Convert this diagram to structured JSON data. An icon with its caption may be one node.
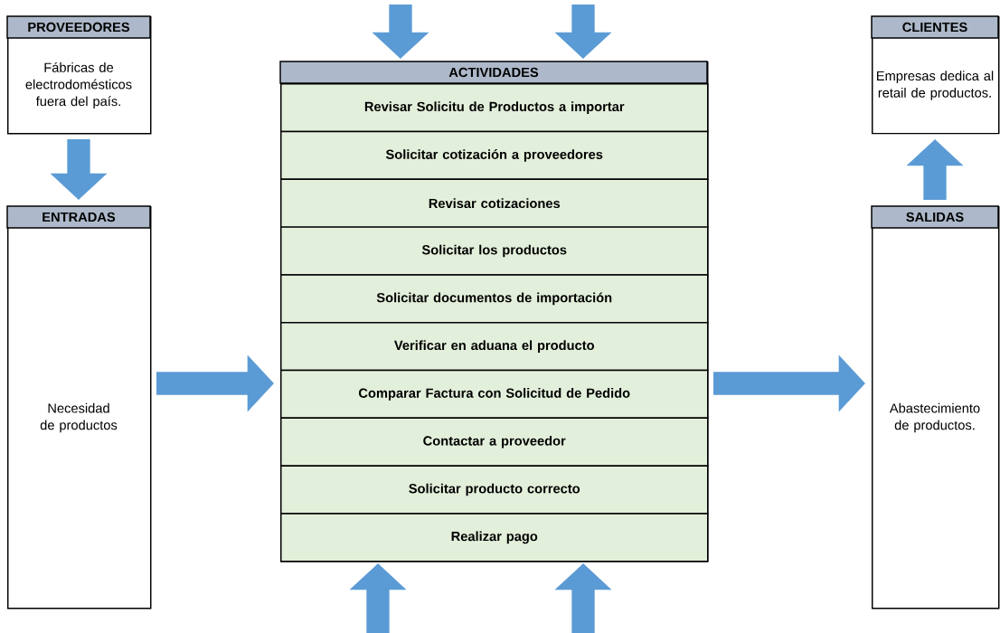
{
  "diagram": {
    "nodes": [
      {
        "text": [
          "PROVEEDORES",
          "Fábricas de electrodomésticos fuera del país."
        ]
      },
      {
        "text": [
          "ENTRADAS",
          "Necesidad de productos"
        ]
      },
      {
        "text": [
          "ACTIVIDADES"
        ]
      },
      {
        "text": [
          "Revisar Solicitu de Productos a importar"
        ],
        "in": 2
      },
      {
        "text": [
          "Solicitar cotización a proveedores"
        ],
        "in": 2
      },
      {
        "text": [
          "Revisar cotizaciones"
        ],
        "in": 2
      },
      {
        "text": [
          "Solicitar los productos"
        ],
        "in": 2
      },
      {
        "text": [
          "Solicitar documentos de importación"
        ],
        "in": 2
      },
      {
        "text": [
          "Verificar en aduana el producto"
        ],
        "in": 2
      },
      {
        "text": [
          "Comparar Factura con Solicitud de Pedido"
        ],
        "in": 2
      },
      {
        "text": [
          "Contactar a proveedor"
        ],
        "in": 2
      },
      {
        "text": [
          "Solicitar producto correcto"
        ],
        "in": 2
      },
      {
        "text": [
          "Realizar pago"
        ],
        "in": 2
      },
      {
        "text": [
          "CLIENTES",
          "Empresas dedica al retail de productos."
        ]
      },
      {
        "text": [
          "SALIDAS",
          "Abastecimiento de productos."
        ]
      }
    ],
    "edges": [
      {
        "from": 0,
        "to": 1,
        "arrow": "to"
      },
      {
        "from": 1,
        "to": 2,
        "arrow": "to"
      },
      {
        "from": 2,
        "to": 14,
        "arrow": "to"
      },
      {
        "from": 14,
        "to": 13,
        "arrow": "to"
      },
      {
        "from": null,
        "to": 2,
        "arrow": "to"
      },
      {
        "from": null,
        "to": 2,
        "arrow": "to"
      },
      {
        "from": null,
        "to": 2,
        "arrow": "to"
      },
      {
        "from": null,
        "to": 2,
        "arrow": "to"
      }
    ]
  }
}
